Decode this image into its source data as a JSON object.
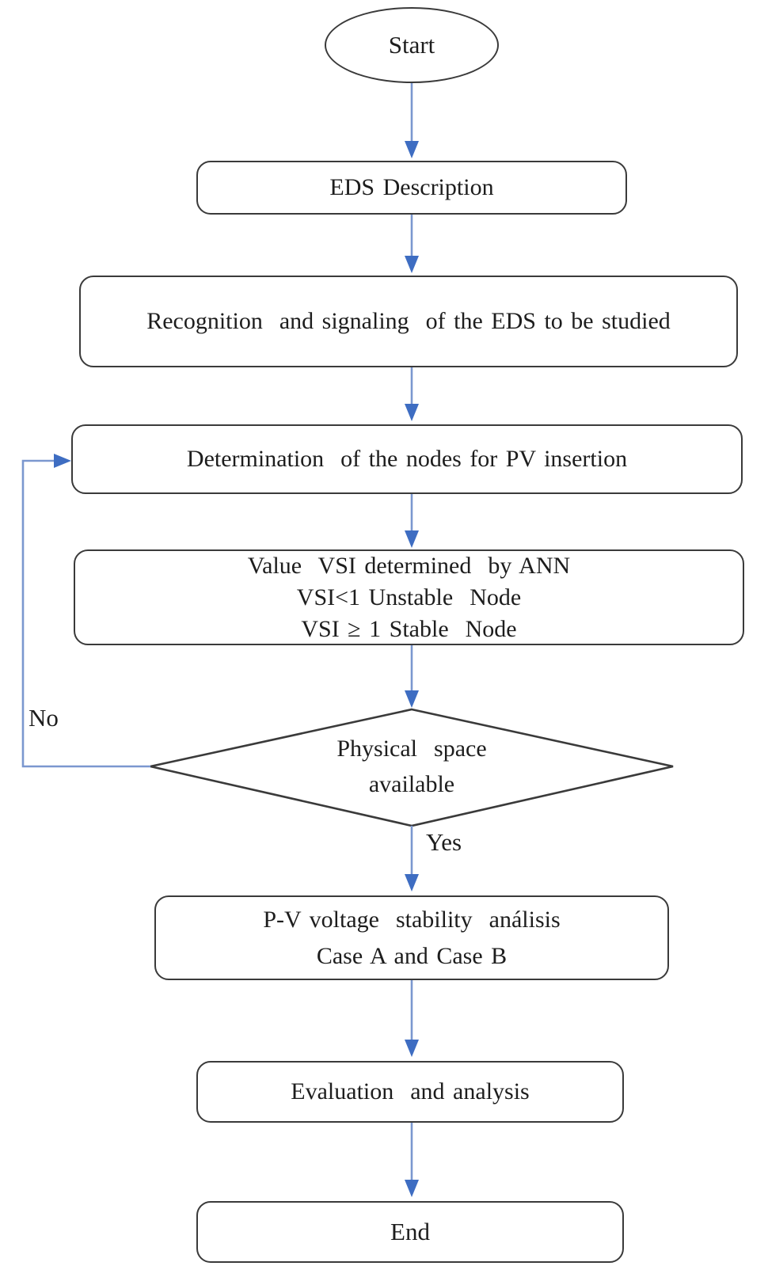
{
  "flowchart": {
    "colors": {
      "accent": "#3e6dc2",
      "connector": "#7b97cf",
      "node_border": "#3a3a3a",
      "text": "#1d1d1d",
      "background": "#ffffff"
    },
    "nodes": {
      "start": {
        "type": "terminator",
        "label": "Start"
      },
      "eds_description": {
        "type": "process",
        "label": "EDS Description"
      },
      "recognition": {
        "type": "process",
        "label": "Recognition  and signaling  of the EDS to be studied"
      },
      "determination": {
        "type": "process",
        "label": "Determination  of the nodes for PV insertion"
      },
      "vsi": {
        "type": "process",
        "label": "Value  VSI determined  by ANN\nVSI<1 Unstable  Node\nVSI ≥ 1 Stable  Node"
      },
      "physical_space": {
        "type": "decision",
        "label": "Physical  space\navailable"
      },
      "pv_analysis": {
        "type": "process",
        "label": "P-V voltage  stability  análisis\nCase A and Case B"
      },
      "evaluation": {
        "type": "process",
        "label": "Evaluation  and analysis"
      },
      "end": {
        "type": "terminator",
        "label": "End"
      }
    },
    "edge_labels": {
      "no": "No",
      "yes": "Yes"
    }
  }
}
